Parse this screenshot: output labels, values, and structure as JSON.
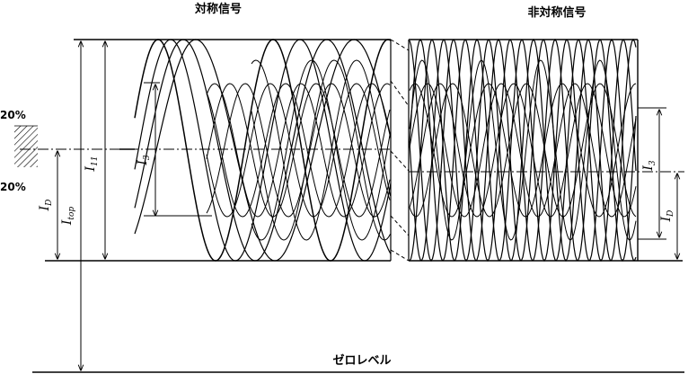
{
  "titles": {
    "symmetric": "対称信号",
    "asymmetric": "非対称信号"
  },
  "zero_level": "ゼロレベル",
  "percent_upper": "20%",
  "percent_lower": "20%",
  "symbols": {
    "i11": {
      "base": "I",
      "sub": "11"
    },
    "itop": {
      "base": "I",
      "sub": "top"
    },
    "id_left": {
      "base": "I",
      "sub": "D"
    },
    "i3_left": {
      "base": "I",
      "sub": "3"
    },
    "i3_right": {
      "base": "I",
      "sub": "3"
    },
    "id_right": {
      "base": "I",
      "sub": "D"
    }
  }
}
